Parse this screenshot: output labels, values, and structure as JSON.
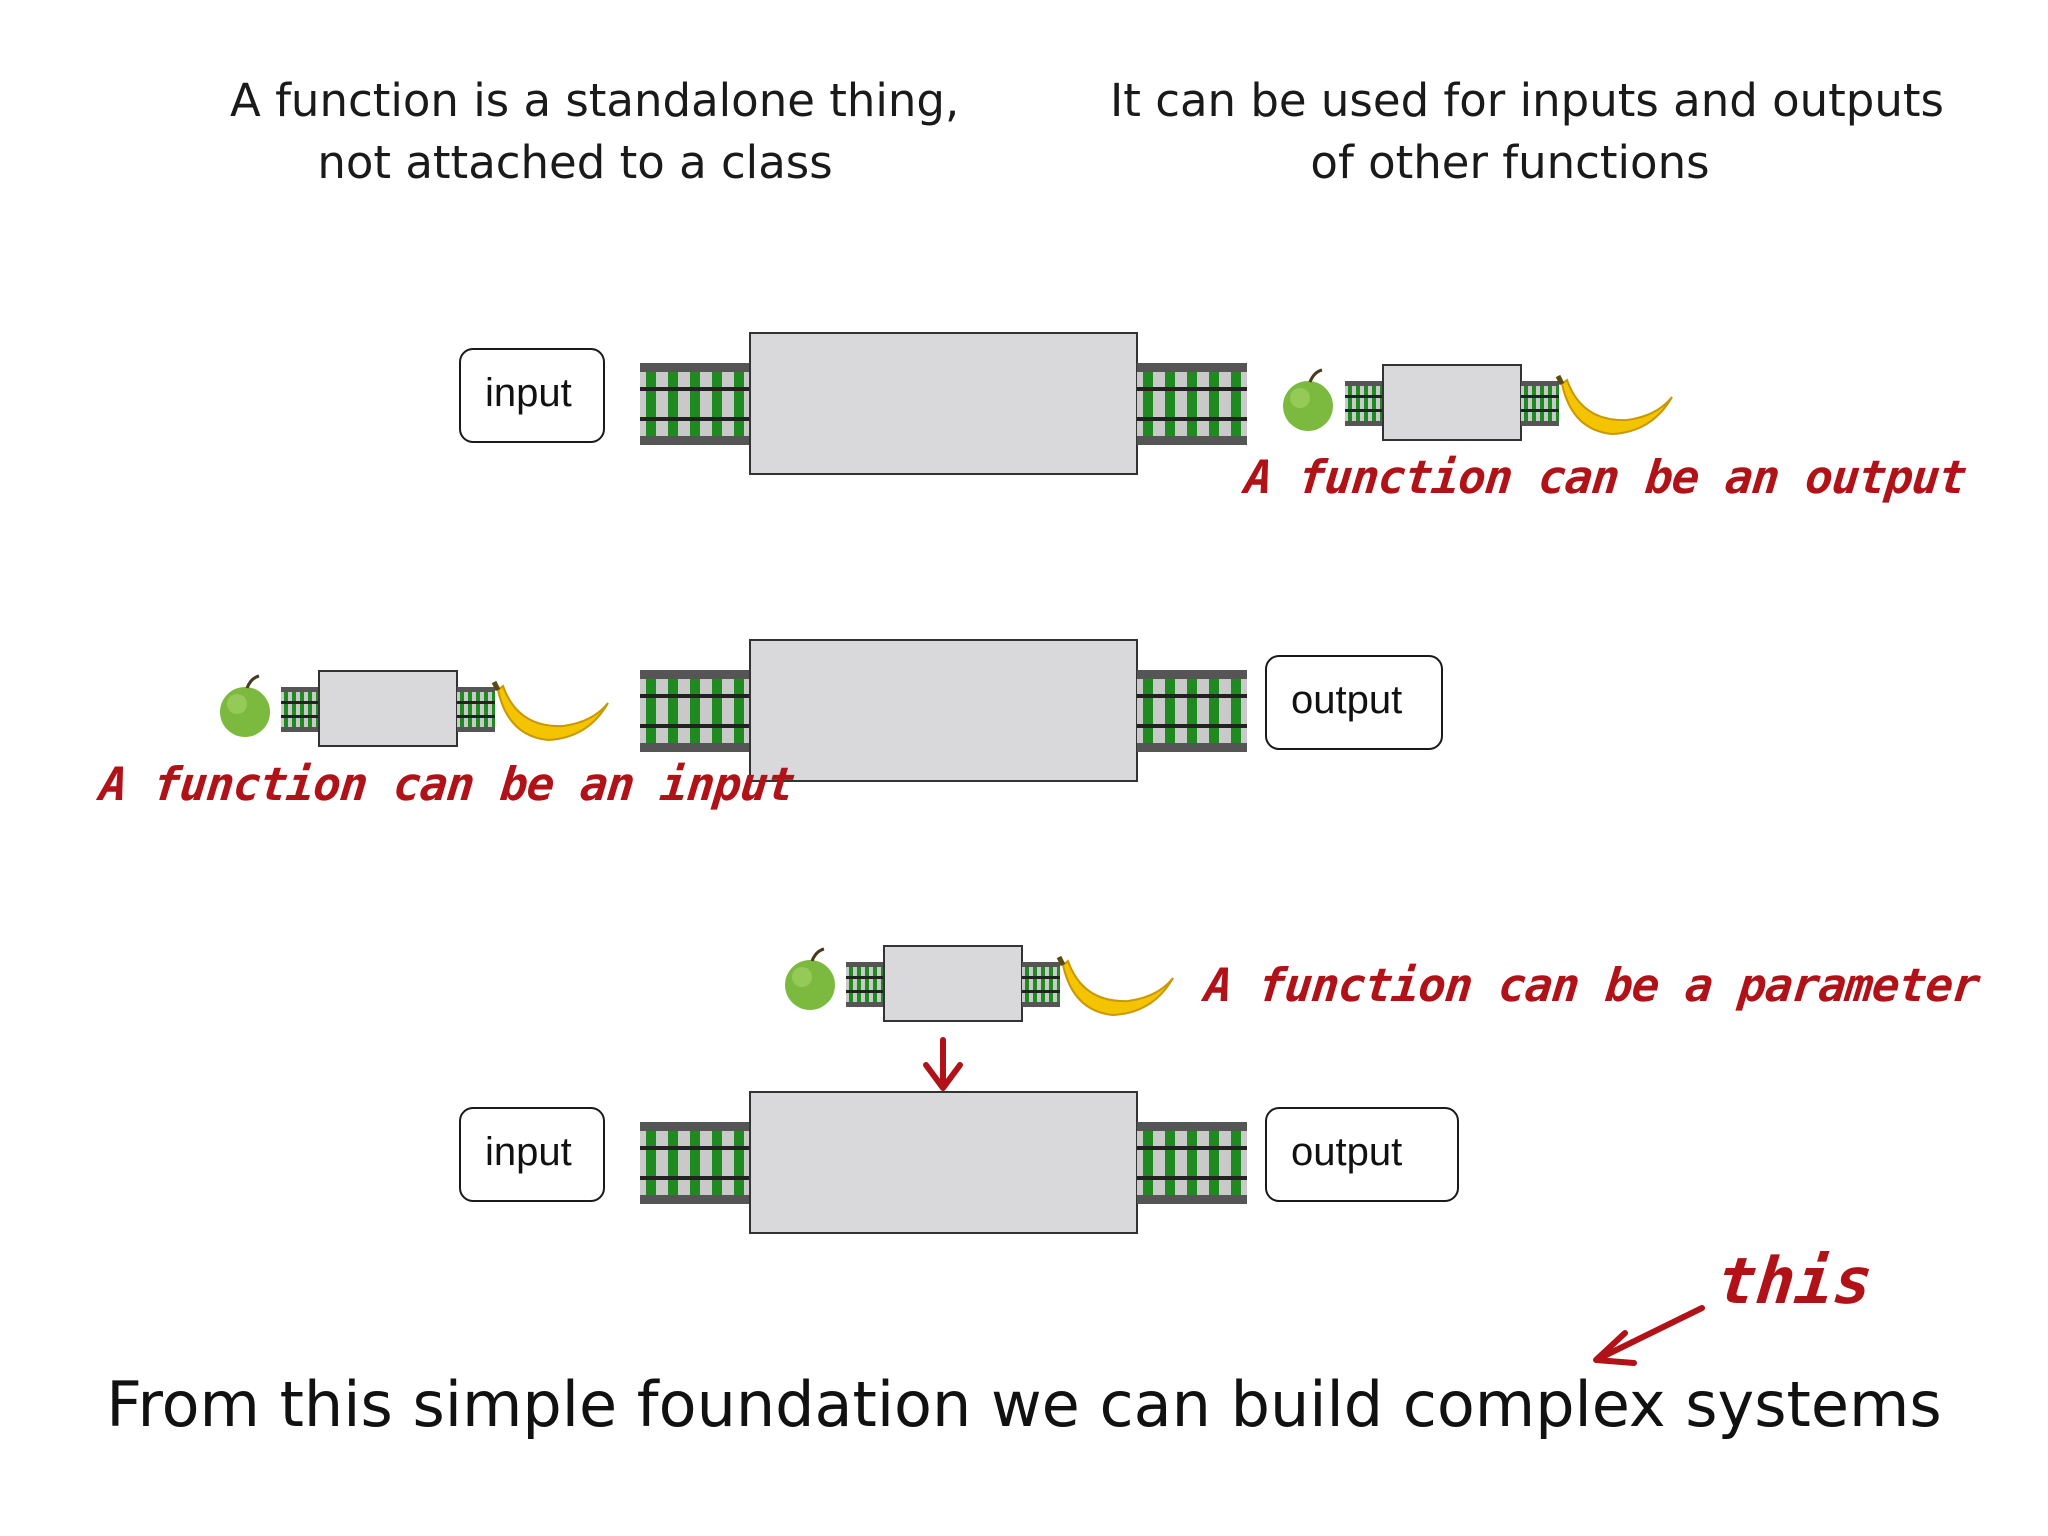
{
  "headings": {
    "left": [
      "A function is a standalone thing,",
      "not attached to a class"
    ],
    "right": [
      "It can be used for inputs and outputs",
      "of other functions"
    ]
  },
  "boxes": {
    "row1_input": "input",
    "row2_output": "output",
    "row3_input": "input",
    "row3_output": "output"
  },
  "notes": {
    "output": "A function can be an output",
    "input": "A function can be an input",
    "parameter": "A function can be a parameter",
    "this": "this"
  },
  "footer": "From this simple foundation we can build complex systems",
  "colors": {
    "annotation": "#b01218",
    "function_box": "#d9d9db",
    "track_ties": "#1f8a1f",
    "track_rail": "#555555",
    "apple": "#7cba3f",
    "banana": "#f5c400"
  }
}
